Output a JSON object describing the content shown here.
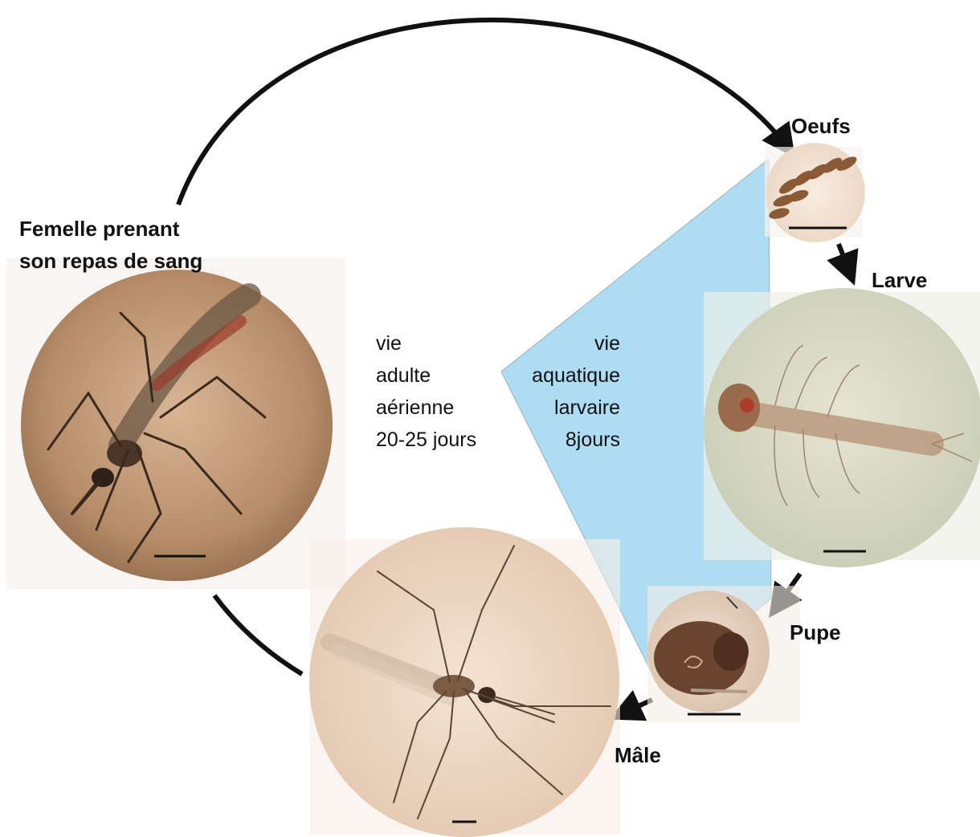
{
  "stages": {
    "female": {
      "label_line1": "Femelle prenant",
      "label_line2": "son repas de sang"
    },
    "eggs": {
      "label": "Oeufs"
    },
    "larva": {
      "label": "Larve"
    },
    "pupa": {
      "label": "Pupe"
    },
    "male": {
      "label": "Mâle"
    }
  },
  "zones": {
    "adult": {
      "text": "vie\nadulte\naérienne\n20-25 jours"
    },
    "aquatic": {
      "text": "vie\naquatique\nlarvaire\n8jours"
    }
  },
  "colors": {
    "aquatic_fill": "#aedcf3",
    "arrow": "#111111",
    "photo_beige": "#e9d2bd",
    "larva_background": "#d9dcc8"
  },
  "icons": [
    "mosquito-female",
    "egg-cluster",
    "larva",
    "pupa",
    "mosquito-male",
    "cycle-arrow",
    "scale-bar"
  ]
}
